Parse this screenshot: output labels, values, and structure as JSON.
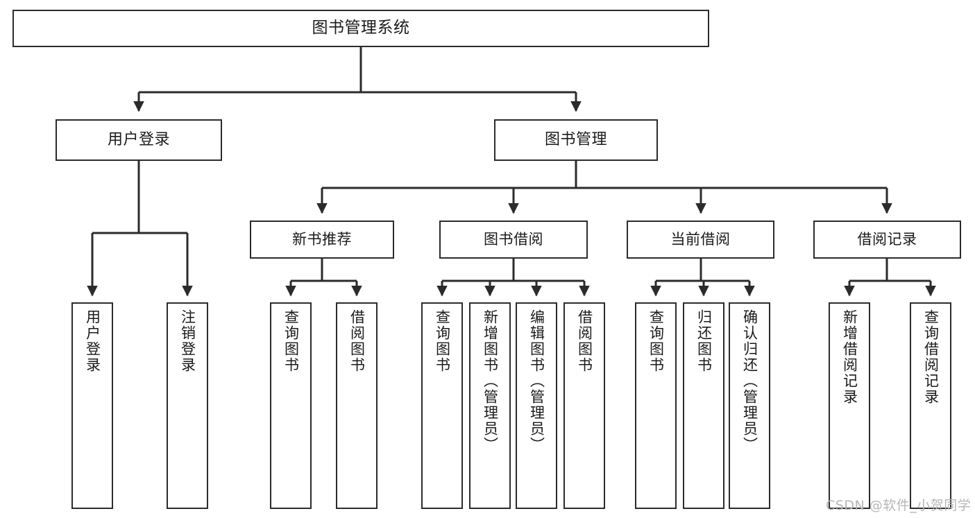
{
  "diagram": {
    "title": "图书管理系统",
    "type": "tree-hierarchy-chart",
    "root": {
      "id": "root",
      "label": "图书管理系统"
    },
    "level1": [
      {
        "id": "user-login",
        "label": "用户登录"
      },
      {
        "id": "book-management",
        "label": "图书管理"
      }
    ],
    "level2": [
      {
        "id": "new-book-recommend",
        "label": "新书推荐"
      },
      {
        "id": "book-borrow",
        "label": "图书借阅"
      },
      {
        "id": "current-borrow",
        "label": "当前借阅"
      },
      {
        "id": "borrow-record",
        "label": "借阅记录"
      }
    ],
    "leaves": {
      "user-login": [
        {
          "id": "leaf-user-login",
          "label": "用户登录"
        },
        {
          "id": "leaf-logout",
          "label": "注销登录"
        }
      ],
      "new-book-recommend": [
        {
          "id": "leaf-query-book-1",
          "label": "查询图书"
        },
        {
          "id": "leaf-borrow-book-1",
          "label": "借阅图书"
        }
      ],
      "book-borrow": [
        {
          "id": "leaf-query-book-2",
          "label": "查询图书"
        },
        {
          "id": "leaf-add-book",
          "label": "新增图书（管理员）"
        },
        {
          "id": "leaf-edit-book",
          "label": "编辑图书（管理员）"
        },
        {
          "id": "leaf-borrow-book-2",
          "label": "借阅图书"
        }
      ],
      "current-borrow": [
        {
          "id": "leaf-query-book-3",
          "label": "查询图书"
        },
        {
          "id": "leaf-return-book",
          "label": "归还图书"
        },
        {
          "id": "leaf-confirm-return",
          "label": "确认归还（管理员）"
        }
      ],
      "borrow-record": [
        {
          "id": "leaf-add-record",
          "label": "新增借阅记录"
        },
        {
          "id": "leaf-query-record",
          "label": "查询借阅记录"
        }
      ]
    }
  },
  "watermark": {
    "text": "CSDN @软件_小贺同学"
  },
  "colors": {
    "stroke": "#2b2b2b",
    "fill": "#ffffff",
    "text": "#1a1a1a",
    "watermark": "#b6b6b6"
  }
}
